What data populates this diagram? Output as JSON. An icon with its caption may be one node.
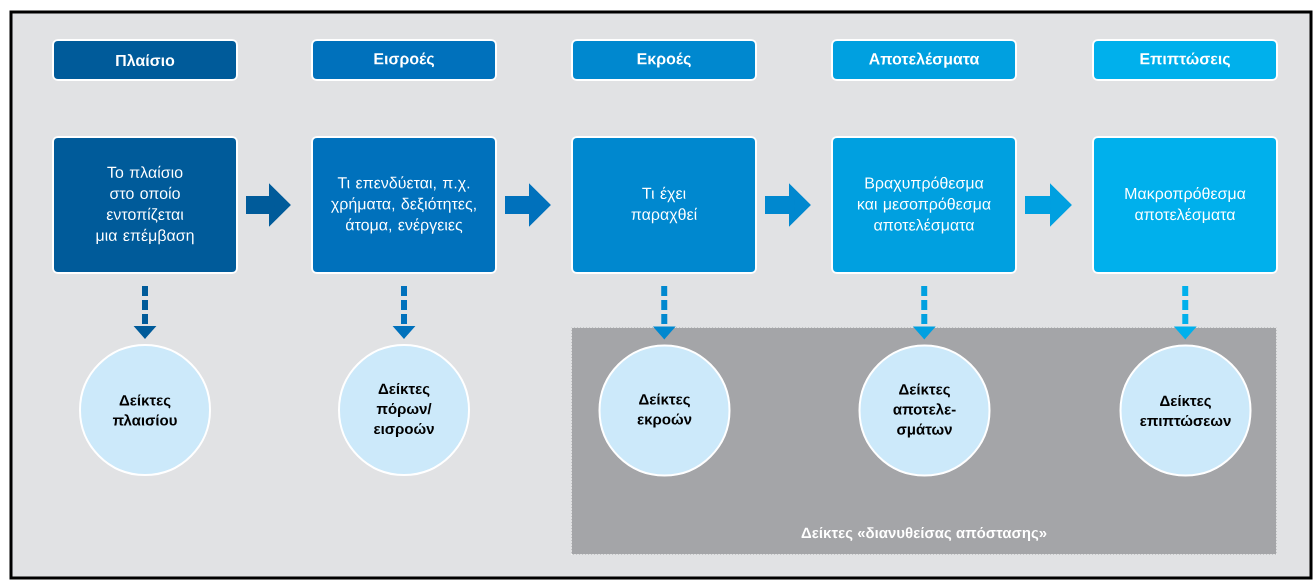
{
  "diagram": {
    "nodes": [
      {
        "text": [
          "Πλαίσιο"
        ]
      },
      {
        "text": [
          "Εισροές"
        ]
      },
      {
        "text": [
          "Εκροές"
        ]
      },
      {
        "text": [
          "Αποτελέσματα"
        ]
      },
      {
        "text": [
          "Επιπτώσεις"
        ]
      },
      {
        "text": [
          "Το πλαίσιο στο οποίο εντοπίζεται μια επέμβαση"
        ]
      },
      {
        "text": [
          "Τι επενδύεται, π.χ. χρήματα, δεξιότητες, άτομα, ενέργειες"
        ]
      },
      {
        "text": [
          "Τι έχει παραχθεί"
        ]
      },
      {
        "text": [
          "Βραχυπρόθεσμα και μεσοπρόθεσμα αποτελέσματα"
        ]
      },
      {
        "text": [
          "Μακροπρόθεσμα αποτελέσματα"
        ]
      },
      {
        "text": [
          "Δείκτες πλαισίου"
        ]
      },
      {
        "text": [
          "Δείκτες πόρων/ εισροών"
        ]
      },
      {
        "text": [
          "Δείκτες «διανυθείσας απόστασης»"
        ]
      },
      {
        "text": [
          "Δείκτες εκροών"
        ],
        "in": 12
      },
      {
        "text": [
          "Δείκτες αποτελε- σμάτων"
        ],
        "in": 12
      },
      {
        "text": [
          "Δείκτες επιπτώσεων"
        ],
        "in": 12
      }
    ],
    "edges": [
      {
        "from": 5,
        "to": 6,
        "arrow": "to",
        "style": "thick",
        "color": "#005b9a"
      },
      {
        "from": 6,
        "to": 7,
        "arrow": "to",
        "style": "thick",
        "color": "#0071bc"
      },
      {
        "from": 7,
        "to": 8,
        "arrow": "to",
        "style": "thick",
        "color": "#0088cf"
      },
      {
        "from": 8,
        "to": 9,
        "arrow": "to",
        "style": "thick",
        "color": "#00a0e0"
      },
      {
        "from": 5,
        "to": 10,
        "arrow": "to",
        "style": "dashed",
        "color": "#005b9a"
      },
      {
        "from": 6,
        "to": 11,
        "arrow": "to",
        "style": "dashed",
        "color": "#0071bc"
      },
      {
        "from": 7,
        "to": 13,
        "arrow": "to",
        "style": "dashed",
        "color": "#0088cf"
      },
      {
        "from": 8,
        "to": 14,
        "arrow": "to",
        "style": "dashed",
        "color": "#00a0e0"
      },
      {
        "from": 9,
        "to": 15,
        "arrow": "to",
        "style": "dashed",
        "color": "#00b0ec"
      }
    ]
  }
}
